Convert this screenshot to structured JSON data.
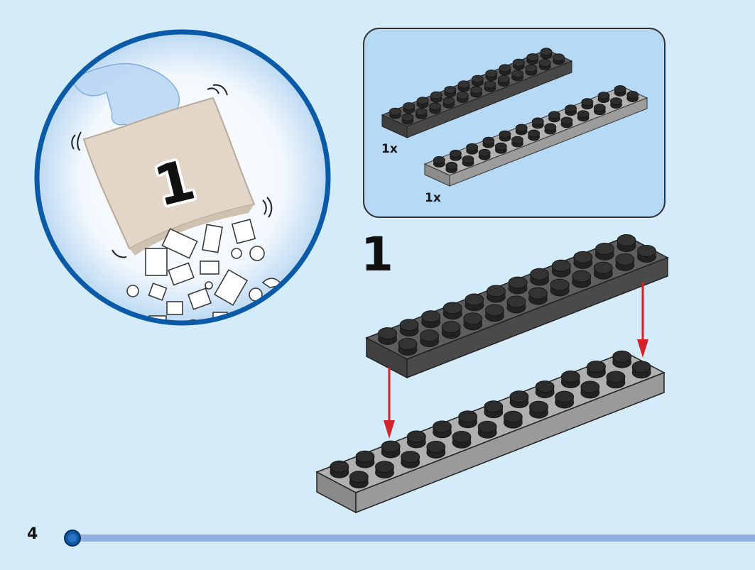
{
  "page": {
    "page_number": "4",
    "step_number": "1",
    "bag_number": "1"
  },
  "parts_list": {
    "items": [
      {
        "quantity": "1x",
        "part": "dark-gray-plate-2x12"
      },
      {
        "quantity": "1x",
        "part": "light-gray-plate-2x12"
      }
    ]
  },
  "colors": {
    "background": "#d4ebfa",
    "circle_ring": "#0a5aa8",
    "parts_panel": "#b6d9f5",
    "progress_bar": "#8fafe0",
    "dark_plate": "#4a4a4a",
    "light_plate": "#a6a6a6",
    "arrow": "#d2232a"
  },
  "icons": [
    "hand-icon",
    "bag-icon",
    "arrow-down-icon",
    "progress-dot-icon"
  ]
}
